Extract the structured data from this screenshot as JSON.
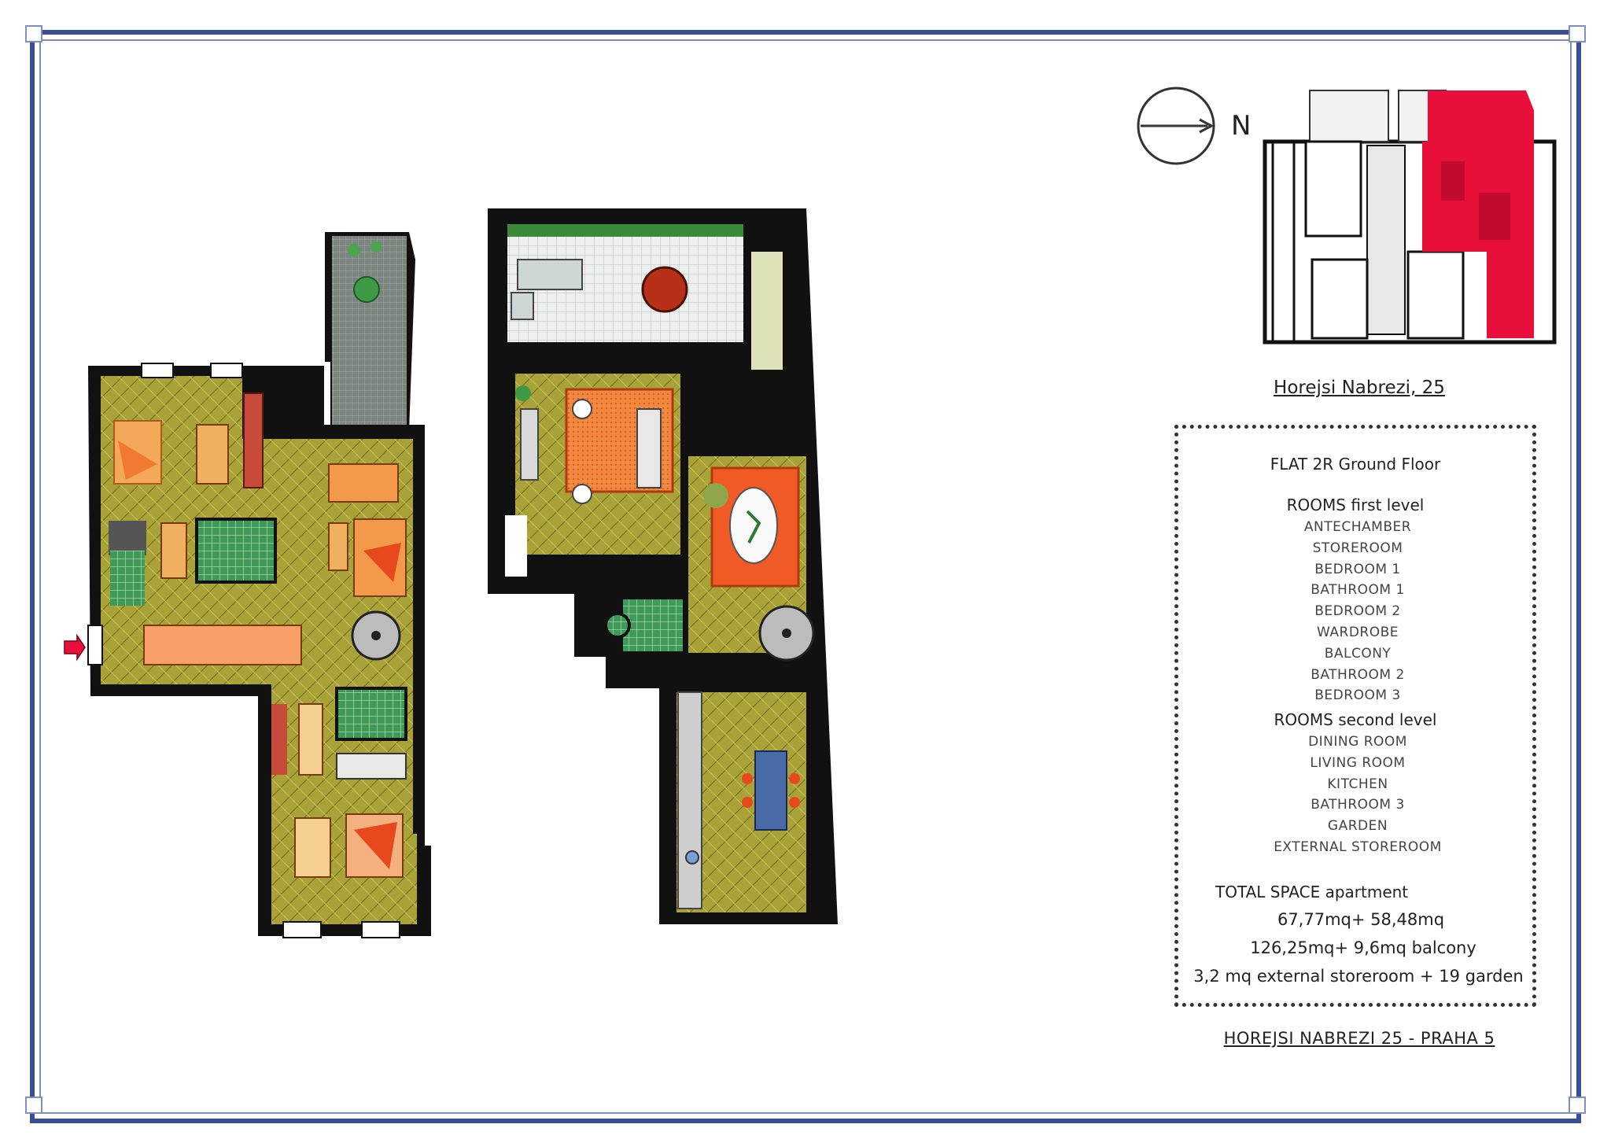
{
  "north_label": "N",
  "key_plan_caption": "Horejsi Nabrezi, 25",
  "flat_title": "FLAT 2R Ground Floor",
  "first_level": {
    "heading": "ROOMS first level",
    "rooms": [
      "ANTECHAMBER",
      "STOREROOM",
      "BEDROOM 1",
      "BATHROOM 1",
      "BEDROOM 2",
      "WARDROBE",
      "BALCONY",
      "BATHROOM 2",
      "BEDROOM 3"
    ]
  },
  "second_level": {
    "heading": "ROOMS second level",
    "rooms": [
      "DINING ROOM",
      "LIVING ROOM",
      "KITCHEN",
      "BATHROOM 3",
      "GARDEN",
      "EXTERNAL STOREROOM"
    ]
  },
  "total": {
    "label": "TOTAL SPACE apartment",
    "line1": "67,77mq+ 58,48mq",
    "line2": "126,25mq+ 9,6mq balcony",
    "line3": "3,2 mq external storeroom + 19 garden"
  },
  "address_footer": "HOREJSI NABREZI 25 - PRAHA 5",
  "colors": {
    "frame": "#3a4f8f",
    "wall": "#111111",
    "parquet": "#a8a238",
    "carpet": "#f08a40",
    "tile": "#3f9a57",
    "flat_highlight": "#e8103a"
  }
}
